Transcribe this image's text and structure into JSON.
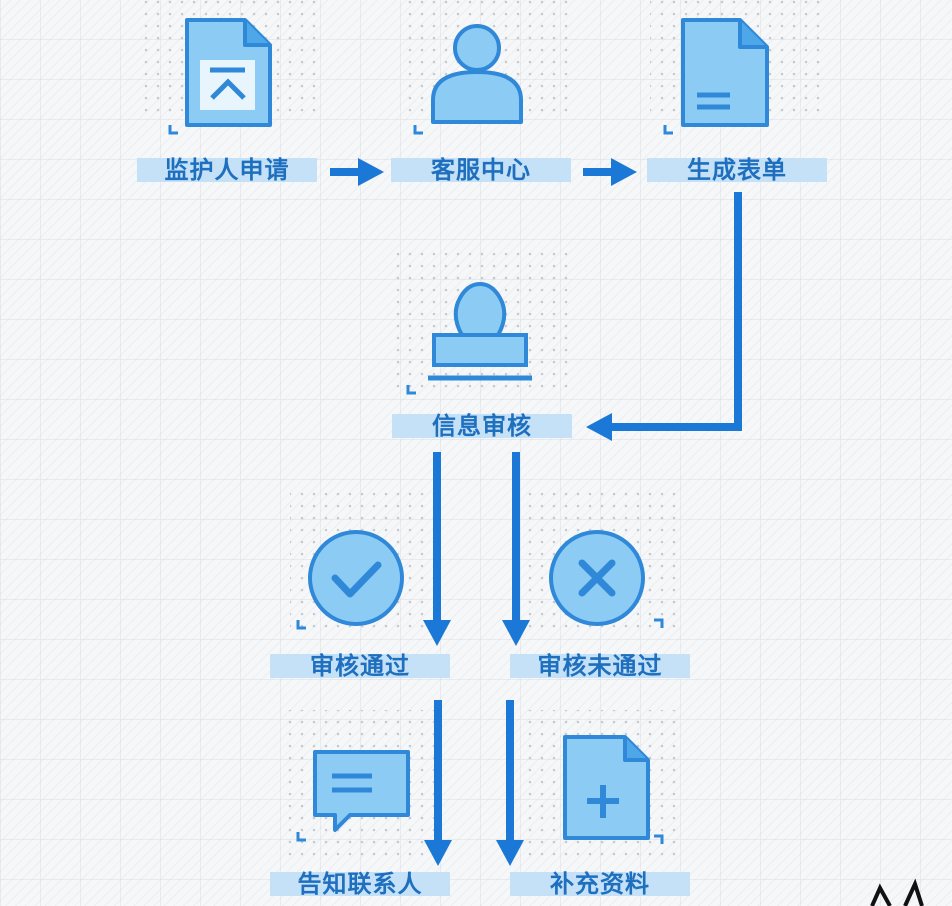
{
  "colors": {
    "accent": "#1b78d6",
    "icon_fill": "#7cc3f2",
    "icon_stroke": "#2f88d8",
    "label_bg": "#c4e1f7",
    "label_text": "#1f6fbf"
  },
  "steps": {
    "guardian_apply": {
      "label": "监护人申请",
      "icon": "document-upload-icon"
    },
    "customer_service": {
      "label": "客服中心",
      "icon": "user-icon"
    },
    "generate_form": {
      "label": "生成表单",
      "icon": "document-form-icon"
    },
    "info_review": {
      "label": "信息审核",
      "icon": "stamp-icon"
    },
    "review_passed": {
      "label": "审核通过",
      "icon": "check-circle-icon"
    },
    "review_failed": {
      "label": "审核未通过",
      "icon": "x-circle-icon"
    },
    "notify_contact": {
      "label": "告知联系人",
      "icon": "message-icon"
    },
    "supplement_info": {
      "label": "补充资料",
      "icon": "document-add-icon"
    }
  }
}
